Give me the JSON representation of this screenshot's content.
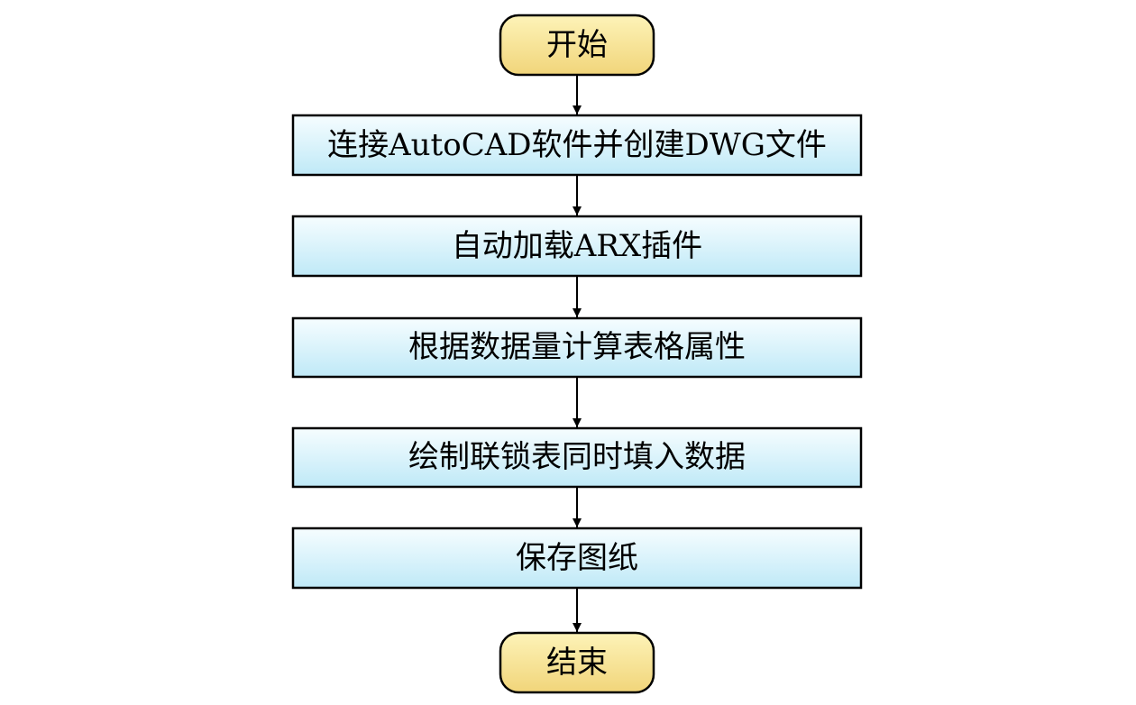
{
  "flowchart": {
    "start": {
      "label": "开始"
    },
    "steps": [
      {
        "label": "连接AutoCAD软件并创建DWG文件"
      },
      {
        "label": "自动加载ARX插件"
      },
      {
        "label": "根据数据量计算表格属性"
      },
      {
        "label": "绘制联锁表同时填入数据"
      },
      {
        "label": "保存图纸"
      }
    ],
    "end": {
      "label": "结束"
    }
  },
  "colors": {
    "terminal_fill_top": "#fdf3b8",
    "terminal_fill_bottom": "#f1d57a",
    "process_fill_top": "#f6fdff",
    "process_fill_bottom": "#bfe9f7",
    "stroke": "#000000"
  }
}
